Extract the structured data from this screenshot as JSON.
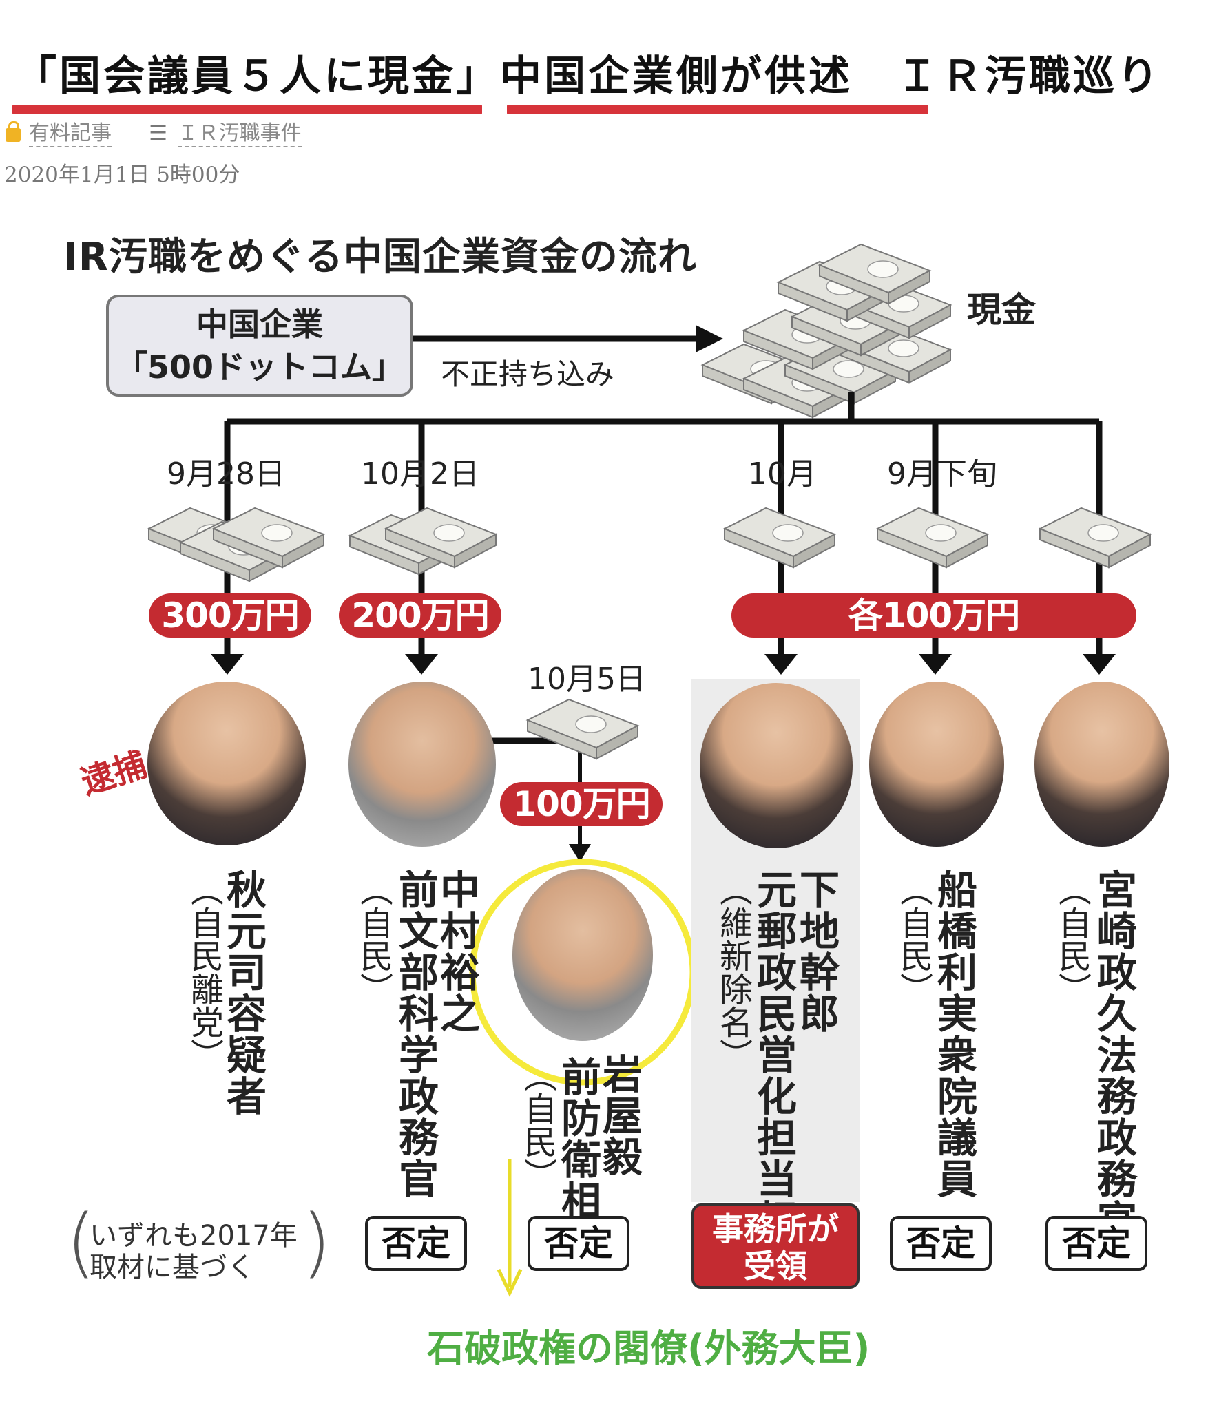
{
  "article": {
    "headline": "「国会議員５人に現金」中国企業側が供述　ＩＲ汚職巡り",
    "badge_paid": "有料記事",
    "tag": "ＩＲ汚職事件",
    "date": "2020年1月1日 5時00分"
  },
  "graphic": {
    "title": "IR汚職をめぐる中国企業資金の流れ",
    "company_line1": "中国企業",
    "company_line2": "「500ドットコム」",
    "smuggle_label": "不正持ち込み",
    "cash_label": "現金",
    "dates": {
      "akimoto": "9月28日",
      "nakamura": "10月2日",
      "iwaya": "10月5日",
      "shimoji": "10月",
      "funabashi": "9月下旬"
    },
    "amounts": {
      "akimoto": "300万円",
      "nakamura": "200万円",
      "iwaya": "100万円",
      "others": "各100万円"
    },
    "arrest_label": "逮捕",
    "people": {
      "akimoto": {
        "name": "秋元司容疑者",
        "party": "（自民離党）"
      },
      "nakamura": {
        "name": "中村裕之",
        "title": "前文部科学政務官",
        "party": "（自民）"
      },
      "iwaya": {
        "name": "岩屋毅",
        "title": "前防衛相",
        "party": "（自民）"
      },
      "shimoji": {
        "name": "下地幹郎",
        "title": "元郵政民営化担当相",
        "party": "（維新除名）"
      },
      "funabashi": {
        "name": "船橋利実衆院議員",
        "party": "（自民）"
      },
      "miyazaki": {
        "name": "宮崎政久法務政務官",
        "party": "（自民）"
      }
    },
    "verdicts": {
      "nakamura": "否定",
      "iwaya": "否定",
      "shimoji_line1": "事務所が",
      "shimoji_line2": "受領",
      "funabashi": "否定",
      "miyazaki": "否定"
    },
    "note_line1": "いずれも2017年",
    "note_line2": "取材に基づく",
    "annotation": "石破政権の閣僚(外務大臣)"
  },
  "colors": {
    "accent_red": "#c42b31",
    "underline_red": "#d7333a",
    "highlight_yellow": "#f5ea3b",
    "annotation_green": "#4fae43"
  }
}
